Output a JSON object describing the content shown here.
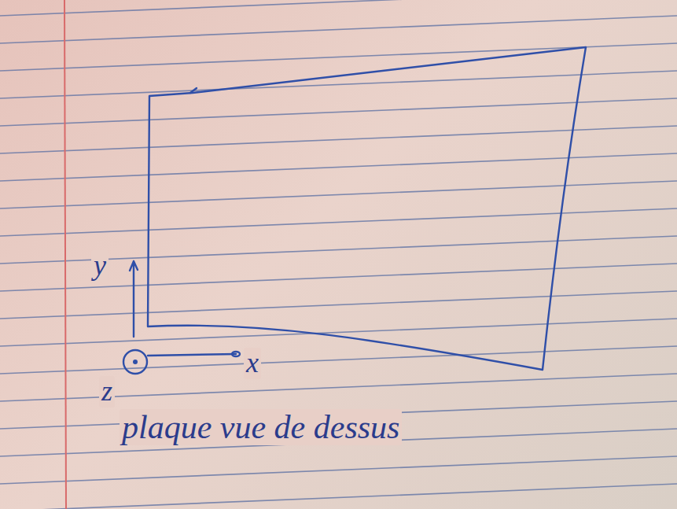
{
  "diagram": {
    "labels": [
      "y",
      "x",
      "z",
      "plaque vue de dessus"
    ]
  }
}
